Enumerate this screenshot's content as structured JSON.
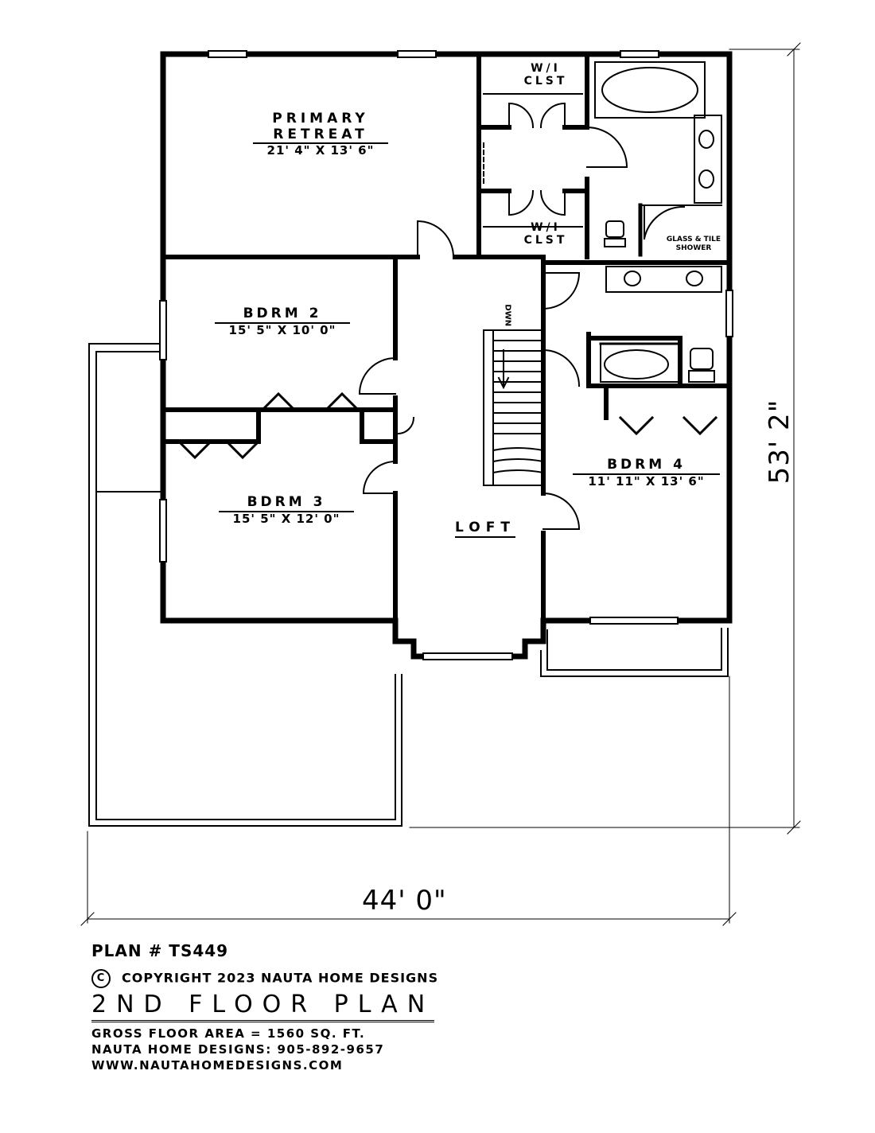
{
  "rooms": {
    "primary": {
      "name": "PRIMARY",
      "name2": "RETREAT",
      "size": "21' 4\" X 13' 6\""
    },
    "wic_top": {
      "name": "W/I",
      "name2": "CLST"
    },
    "wic_bottom": {
      "name": "W/I",
      "name2": "CLST"
    },
    "shower": {
      "line1": "GLASS & TILE",
      "line2": "SHOWER"
    },
    "bdrm2": {
      "name": "BDRM 2",
      "size": "15' 5\" X 10' 0\""
    },
    "bdrm3": {
      "name": "BDRM 3",
      "size": "15' 5\" X 12' 0\""
    },
    "bdrm4": {
      "name": "BDRM 4",
      "size": "11' 11\" X 13' 6\""
    },
    "loft": {
      "name": "LOFT"
    },
    "stair": {
      "label": "DWN"
    }
  },
  "dimensions": {
    "width": "44' 0\"",
    "depth": "53' 2\""
  },
  "titleblock": {
    "plan_number": "PLAN # TS449",
    "copyright_symbol": "C",
    "copyright": "COPYRIGHT 2023 NAUTA HOME DESIGNS",
    "title": "2ND FLOOR PLAN",
    "area": "GROSS  FLOOR AREA  =  1560  SQ. FT.",
    "phone": "NAUTA HOME DESIGNS:  905-892-9657",
    "website": "WWW.NAUTAHOMEDESIGNS.COM"
  }
}
